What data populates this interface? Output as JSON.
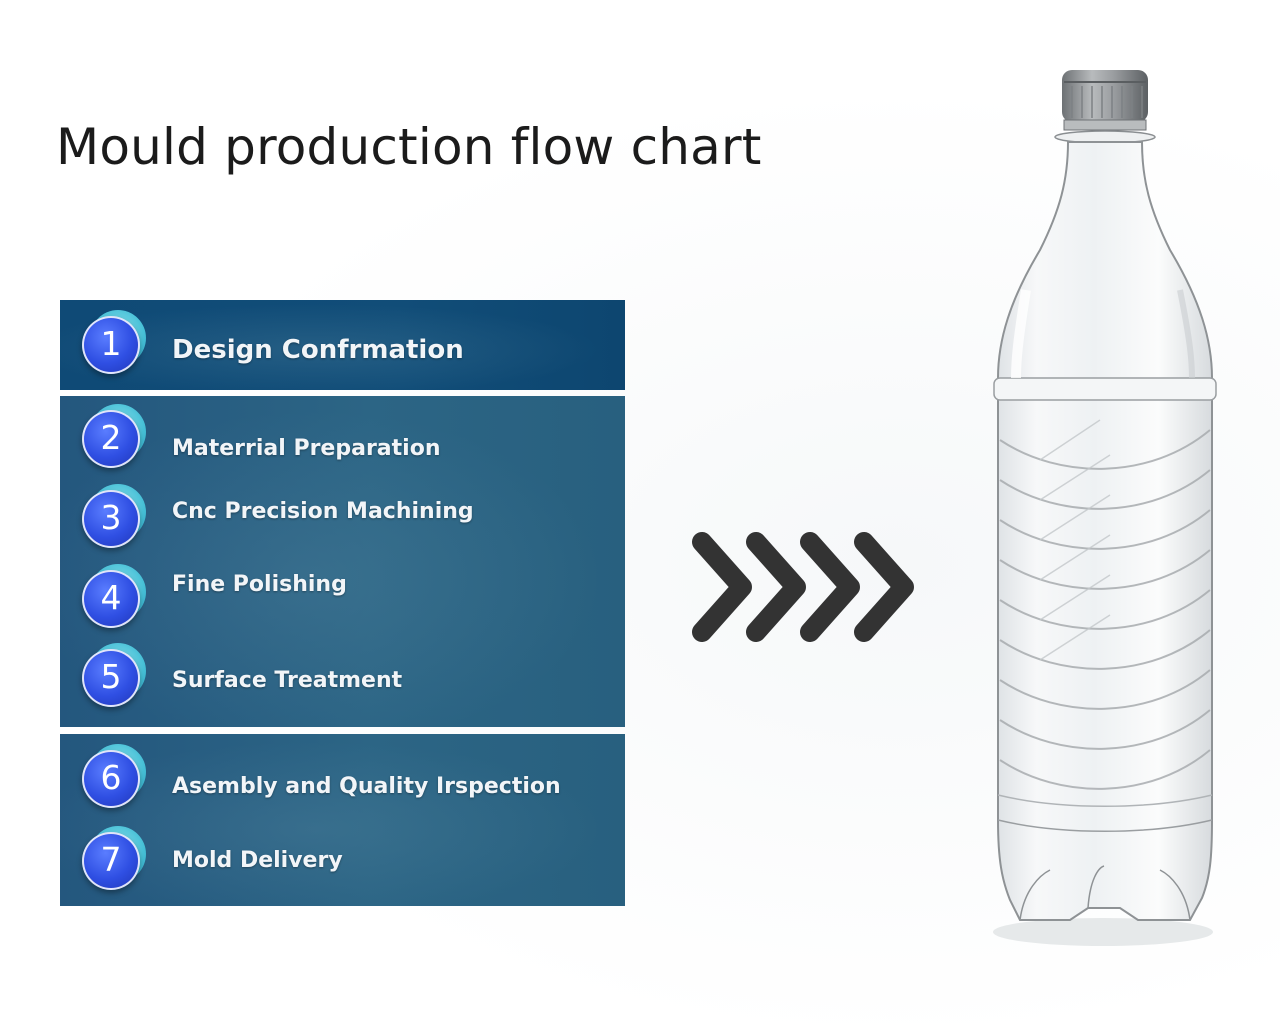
{
  "title": "Mould production flow chart",
  "colors": {
    "panel_top": "#0f4a76",
    "panel_body": "#2c6585",
    "badge_blue": "#2f4fe3",
    "badge_teal": "#45bfd6",
    "arrow": "#333333",
    "label_text": "#f2f5f8"
  },
  "steps": [
    {
      "number": "1",
      "label": "Design Confrmation"
    },
    {
      "number": "2",
      "label": "Materrial Preparation"
    },
    {
      "number": "3",
      "label": "Cnc Precision Machining"
    },
    {
      "number": "4",
      "label": "Fine Polishing"
    },
    {
      "number": "5",
      "label": "Surface Treatment"
    },
    {
      "number": "6",
      "label": "Asembly and Quality  Irspection"
    },
    {
      "number": "7",
      "label": "Mold Delivery"
    }
  ],
  "icons": {
    "arrows": "chevron-right-icon",
    "product": "plastic-bottle-illustration"
  }
}
